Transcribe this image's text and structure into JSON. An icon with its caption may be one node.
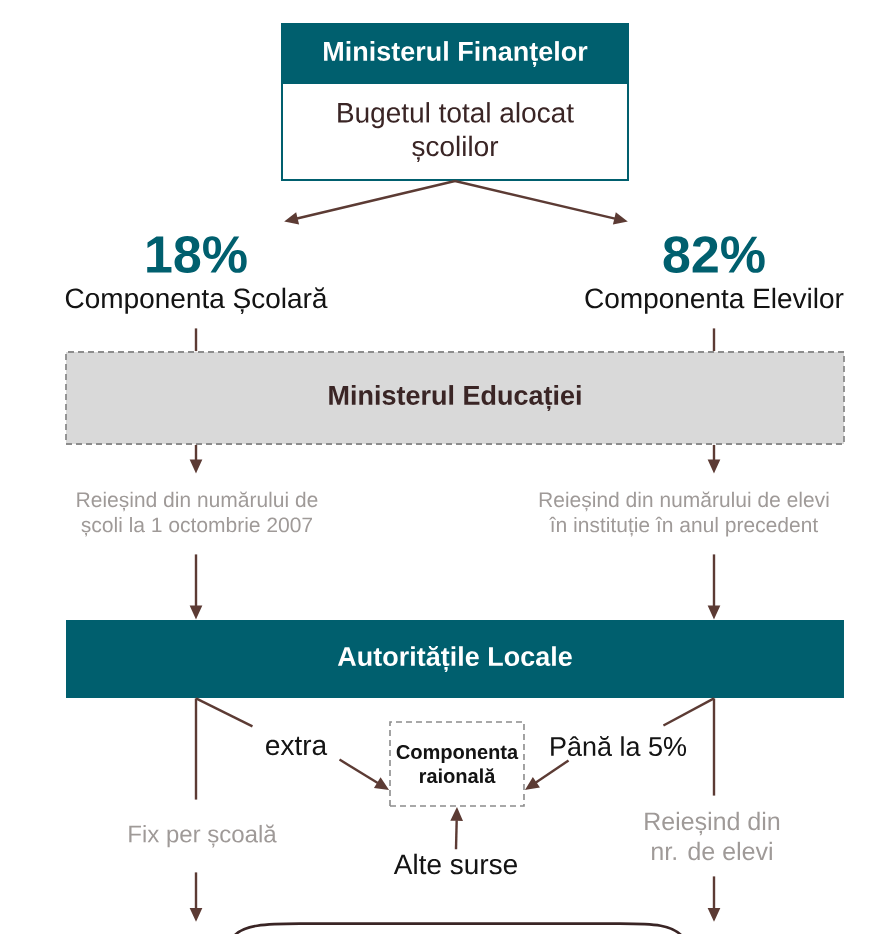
{
  "diagram": {
    "nodes": [
      {
        "text": [
          "Ministerul Finanțelor",
          "Bugetul total alocat școlilor"
        ]
      },
      {
        "text": [
          "18%",
          "Componenta Școlară"
        ]
      },
      {
        "text": [
          "82%",
          "Componenta Elevilor"
        ]
      },
      {
        "text": [
          "Ministerul Educației"
        ]
      },
      {
        "text": [
          "Reieșind din numărului de școli la 1 octombrie 2007"
        ]
      },
      {
        "text": [
          "Reieșind din numărului de elevi în instituție în anul precedent"
        ]
      },
      {
        "text": [
          "Autoritățile Locale"
        ]
      },
      {
        "text": [
          "extra"
        ]
      },
      {
        "text": [
          "Componenta raională"
        ]
      },
      {
        "text": [
          "Până la 5%"
        ]
      },
      {
        "text": [
          "Fix per școală"
        ]
      },
      {
        "text": [
          "Alte surse"
        ]
      },
      {
        "text": [
          "Reieșind din nr. de elevi"
        ]
      }
    ],
    "edges": [
      {
        "from": 0,
        "to": 1,
        "arrow": "to"
      },
      {
        "from": 0,
        "to": 2,
        "arrow": "to"
      },
      {
        "from": 1,
        "to": 3,
        "arrow": "none"
      },
      {
        "from": 2,
        "to": 3,
        "arrow": "none"
      },
      {
        "from": 3,
        "to": 4,
        "arrow": "to"
      },
      {
        "from": 3,
        "to": 5,
        "arrow": "to"
      },
      {
        "from": 4,
        "to": 6,
        "arrow": "to"
      },
      {
        "from": 5,
        "to": 6,
        "arrow": "to"
      },
      {
        "from": 6,
        "to": 7,
        "arrow": "none"
      },
      {
        "from": 7,
        "to": 8,
        "arrow": "to"
      },
      {
        "from": 6,
        "to": 9,
        "arrow": "none"
      },
      {
        "from": 9,
        "to": 8,
        "arrow": "to"
      },
      {
        "from": 11,
        "to": 8,
        "arrow": "to"
      },
      {
        "from": 6,
        "to": 10,
        "arrow": "none"
      },
      {
        "from": 6,
        "to": 12,
        "arrow": "none"
      },
      {
        "from": 10,
        "to": null,
        "arrow": "to"
      },
      {
        "from": 12,
        "to": null,
        "arrow": "to"
      }
    ]
  }
}
